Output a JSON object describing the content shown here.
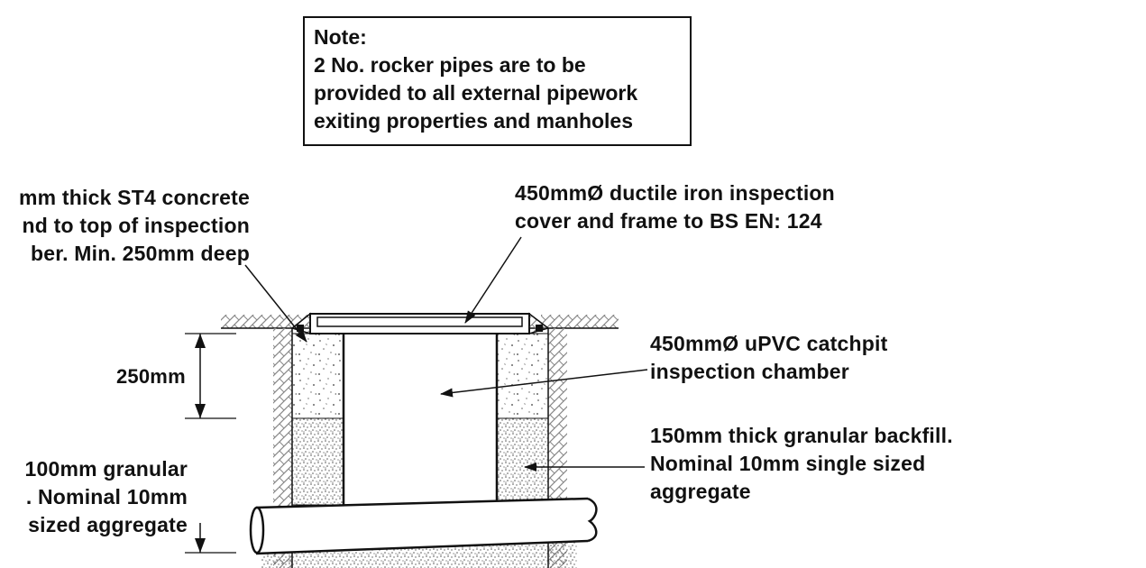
{
  "note": {
    "lines": [
      "Note:",
      "2 No. rocker pipes are to be",
      "provided to all external pipework",
      "exiting properties and manholes"
    ]
  },
  "labels": {
    "concrete": [
      "mm thick ST4 concrete",
      "nd to top of inspection",
      "ber. Min. 250mm deep"
    ],
    "cover": [
      "450mmØ ductile iron inspection",
      "cover and frame to BS EN: 124"
    ],
    "chamber": [
      "450mmØ uPVC catchpit",
      "inspection chamber"
    ],
    "backfill": [
      "150mm thick granular backfill.",
      "Nominal 10mm single sized",
      "aggregate"
    ],
    "bed": [
      "100mm granular",
      ". Nominal 10mm",
      "sized aggregate"
    ],
    "dimension": "250mm"
  },
  "colors": {
    "line": "#111111",
    "hatch": "#888888",
    "speckle": "#666666"
  }
}
